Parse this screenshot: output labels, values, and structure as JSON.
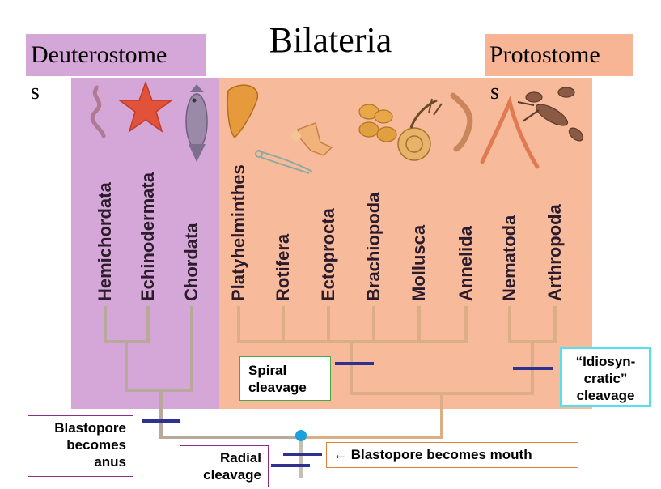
{
  "title": "Bilateria",
  "groups": {
    "deuterostome": {
      "label": "Deuterostome",
      "suffix": "s"
    },
    "protostome": {
      "label": "Protostome",
      "suffix": "s"
    }
  },
  "phyla": {
    "deuterostomes": [
      "Hemichordata",
      "Echinodermata",
      "Chordata"
    ],
    "protostomes": [
      "Platyhelminthes",
      "Rotifera",
      "Ectoprocta",
      "Brachiopoda",
      "Mollusca",
      "Annelida",
      "Nematoda",
      "Arthropoda"
    ]
  },
  "annotations": {
    "anus": [
      "Blastopore",
      "becomes",
      "anus"
    ],
    "radial": [
      "Radial",
      "cleavage"
    ],
    "mouth": "← Blastopore becomes mouth",
    "spiral": [
      "Spiral",
      "cleavage"
    ],
    "idiosyncratic": [
      "“Idiosyn-",
      "cratic”",
      "cleavage"
    ]
  },
  "colors": {
    "deuterostome_bg": "#d5a7d9",
    "protostome_bg": "#f7bb9c",
    "tree_deut": "#b8a99a",
    "tree_prot": "#dcae85",
    "trunk": "#c4c0b6",
    "marker": "#2e3192",
    "node": "#1aa0dc"
  },
  "icons": [
    "acorn-worm-icon",
    "starfish-icon",
    "fish-icon",
    "flatworm-icon",
    "rotifer-icon",
    "bryozoan-icon",
    "brachiopod-icon",
    "snail-icon",
    "earthworm-icon",
    "roundworm-icon",
    "lobster-icon"
  ]
}
